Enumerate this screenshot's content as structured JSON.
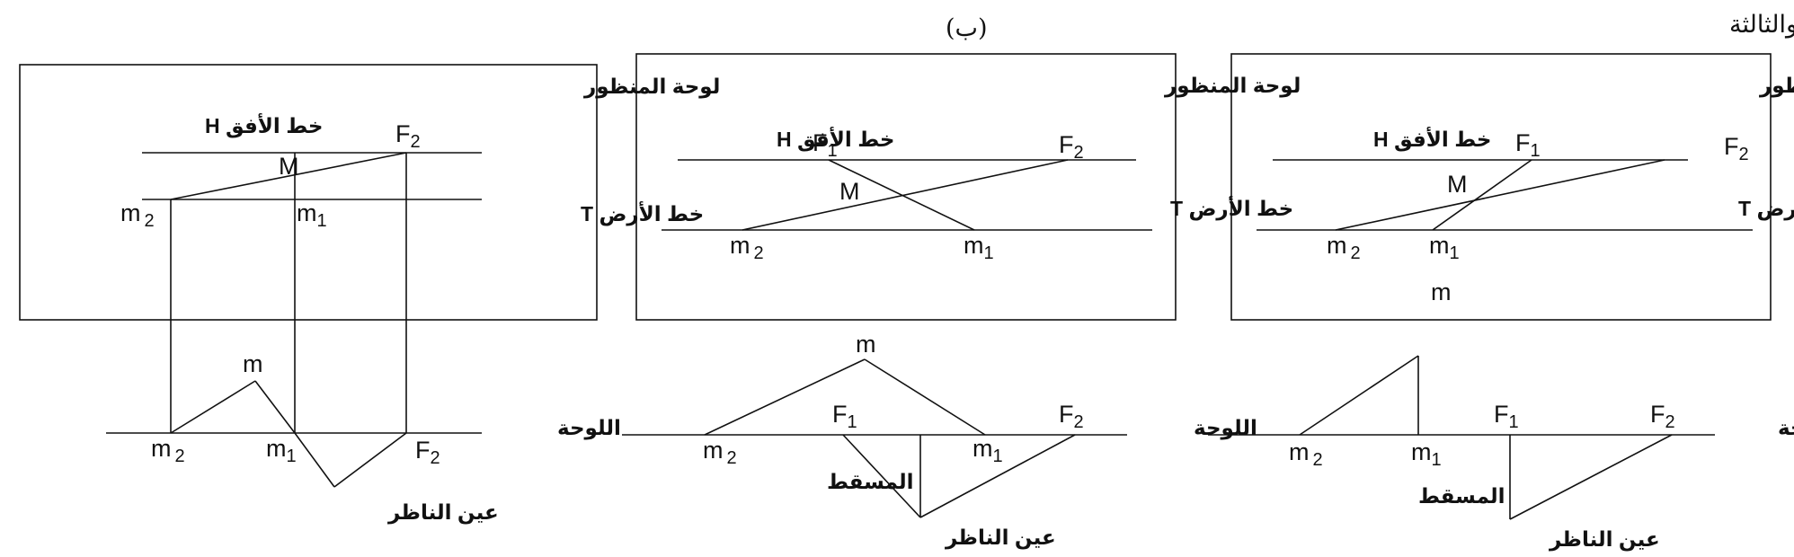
{
  "captions": {
    "a": "(ا)  المرحلتان الثانية والثالثة",
    "b": "(ب)"
  },
  "common": {
    "picture_plane": "لوحة المنظور",
    "horizon_line": "خط الأفق H",
    "ground_line": "خط الأرض T",
    "plan_plane": "اللوحة",
    "viewer_eye": "عين الناظر",
    "projection": "المسقط"
  },
  "points": {
    "F": "F",
    "m": "m",
    "M": "M",
    "i1": "1",
    "i2": "2"
  }
}
